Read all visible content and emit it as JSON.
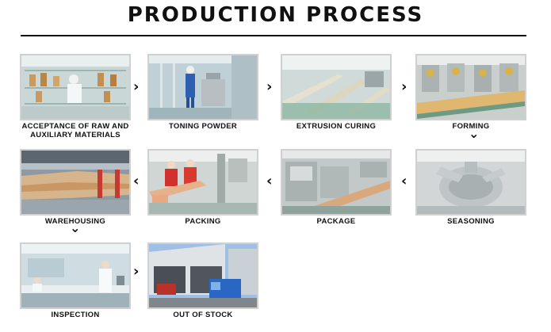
{
  "title": "PRODUCTION PROCESS",
  "steps": [
    {
      "label": "ACCEPTANCE OF RAW AND\nAUXILIARY MATERIALS"
    },
    {
      "label": "TONING POWDER"
    },
    {
      "label": "EXTRUSION CURING"
    },
    {
      "label": "FORMING"
    },
    {
      "label": "SEASONING"
    },
    {
      "label": "PACKAGE"
    },
    {
      "label": "PACKING"
    },
    {
      "label": "WAREHOUSING"
    },
    {
      "label": "INSPECTION"
    },
    {
      "label": "OUT OF STOCK"
    }
  ],
  "arrows": {
    "right": "›",
    "left": "‹",
    "down": "⌄"
  }
}
